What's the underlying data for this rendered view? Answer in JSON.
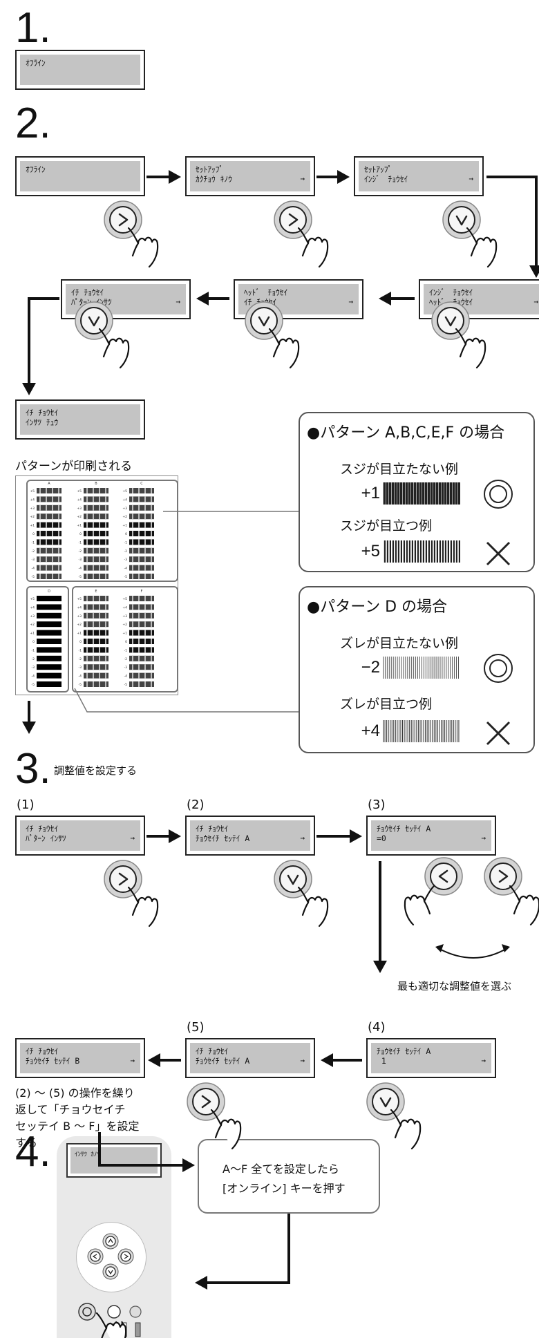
{
  "steps": {
    "s1": "1.",
    "s2": "2.",
    "s3": "3.",
    "s4": "4.",
    "s3_text": "調整値を設定する"
  },
  "lcd": {
    "offline": {
      "l1": "ｵﾌﾗｲﾝ",
      "l2": ""
    },
    "setup_kakucho": {
      "l1": "ｾｯﾄｱｯﾌﾟ",
      "l2": "ｶｸﾁｮｳ ｷﾉｳ",
      "arrow": "→"
    },
    "setup_inji": {
      "l1": "ｾｯﾄｱｯﾌﾟ",
      "l2": "ｲﾝｼﾞ　ﾁｮｳｾｲ",
      "arrow": "→"
    },
    "inji_head": {
      "l1": "ｲﾝｼﾞ　ﾁｮｳｾｲ",
      "l2": "ﾍｯﾄﾞ　ﾁｮｳｾｲ",
      "arrow": "→"
    },
    "head_ichi": {
      "l1": "ﾍｯﾄﾞ　ﾁｮｳｾｲ",
      "l2": "ｲﾁ ﾁｮｳｾｲ",
      "arrow": "→"
    },
    "ichi_pattern": {
      "l1": "ｲﾁ ﾁｮｳｾｲ",
      "l2": "ﾊﾟﾀｰﾝ ｲﾝｻﾂ",
      "arrow": "→"
    },
    "ichi_printing": {
      "l1": "ｲﾁ ﾁｮｳｾｲ",
      "l2": "ｲﾝｻﾂ ﾁｭｳ"
    },
    "s3_1": {
      "l1": "ｲﾁ ﾁｮｳｾｲ",
      "l2": "ﾊﾟﾀｰﾝ ｲﾝｻﾂ",
      "arrow": "→"
    },
    "s3_2": {
      "l1": "ｲﾁ ﾁｮｳｾｲ",
      "l2": "ﾁｮｳｾｲﾁ ｾｯﾃｲ A",
      "arrow": "→"
    },
    "s3_3": {
      "l1": "ﾁｮｳｾｲﾁ ｾｯﾃｲ A",
      "l2": "=0",
      "arrow": "→"
    },
    "s3_4": {
      "l1": "ﾁｮｳｾｲﾁ ｾｯﾃｲ A",
      "l2": " 1",
      "arrow": "→"
    },
    "s3_5": {
      "l1": "ｲﾁ ﾁｮｳｾｲ",
      "l2": "ﾁｮｳｾｲﾁ ｾｯﾃｲ A",
      "arrow": "→"
    },
    "s3_B": {
      "l1": "ｲﾁ ﾁｮｳｾｲ",
      "l2": "ﾁｮｳｾｲﾁ ｾｯﾃｲ B",
      "arrow": "→"
    },
    "panel": {
      "l1": "ｲﾝｻﾂ ｶﾉｳ"
    }
  },
  "printed_label": "パターンが印刷される",
  "box_abcef": {
    "title": "●パターン A,B,C,E,F の場合",
    "good": "スジが目立たない例",
    "good_val": "+1",
    "bad": "スジが目立つ例",
    "bad_val": "+5"
  },
  "box_d": {
    "title": "●パターン D の場合",
    "good": "ズレが目立たない例",
    "good_val": "−2",
    "bad": "ズレが目立つ例",
    "bad_val": "+4"
  },
  "sub_labels": {
    "p1": "(1)",
    "p2": "(2)",
    "p3": "(3)",
    "p4": "(4)",
    "p5": "(5)"
  },
  "choose_text": "最も適切な調整値を選ぶ",
  "repeat_text": [
    "(2) ～ (5) の操作を繰り",
    "返して「チョウセイチ",
    "セッテイ B ～ F」を設定",
    "する"
  ],
  "online_box": [
    "A～F 全てを設定したら",
    "[オンライン] キーを押す"
  ],
  "pattern_sheet": {
    "cols": [
      "A",
      "B",
      "C",
      "D",
      "E",
      "F"
    ],
    "rows": [
      "+5",
      "+4",
      "+3",
      "+2",
      "+1",
      "0",
      "-1",
      "-2",
      "-3",
      "-4",
      "-5"
    ]
  },
  "buttons": {
    "right": ">",
    "down": "v",
    "left": "<"
  }
}
